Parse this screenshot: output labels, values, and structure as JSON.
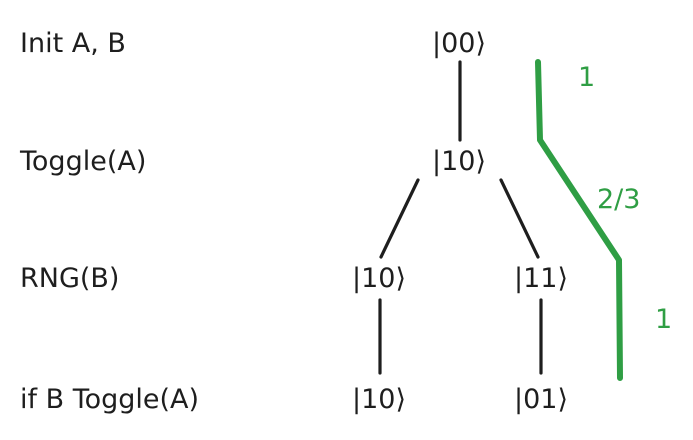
{
  "steps": [
    {
      "label": "Init A, B"
    },
    {
      "label": "Toggle(A)"
    },
    {
      "label": "RNG(B)"
    },
    {
      "label": "if B Toggle(A)"
    }
  ],
  "states": {
    "init": "|00⟩",
    "toggled": "|10⟩",
    "rng_left": "|10⟩",
    "rng_right": "|11⟩",
    "final_left": "|10⟩",
    "final_right": "|01⟩"
  },
  "probabilities": [
    "1",
    "2/3",
    "1"
  ],
  "colors": {
    "ink": "#1e1e1e",
    "accent": "#2f9e44"
  }
}
